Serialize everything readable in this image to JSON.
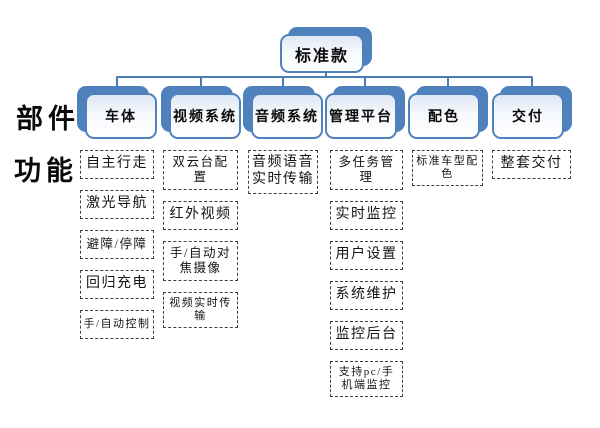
{
  "page": {
    "background": "#ffffff"
  },
  "colors": {
    "accent_blue": "#4f81bd",
    "connector_blue": "#4a7cb8",
    "dash_border": "#3f3f3f",
    "text": "#111111"
  },
  "row_labels": {
    "parts": "部件",
    "functions": "功能"
  },
  "root": {
    "label": "标准款"
  },
  "columns": [
    {
      "category": "车体",
      "features": [
        "自主行走",
        "激光导航",
        "避障/停障",
        "回归充电",
        "手/自动控制"
      ]
    },
    {
      "category": "视频系统",
      "features": [
        "双云台配置",
        "红外视频",
        "手/自动对\n焦摄像",
        "视频实时传输"
      ]
    },
    {
      "category": "音频系统",
      "features": [
        "音频语音\n实时传输"
      ]
    },
    {
      "category": "管理平台",
      "features": [
        "多任务管理",
        "实时监控",
        "用户设置",
        "系统维护",
        "监控后台",
        "支持pc/手\n机端监控"
      ]
    },
    {
      "category": "配色",
      "features": [
        "标准车型配色"
      ]
    },
    {
      "category": "交付",
      "features": [
        "整套交付"
      ]
    }
  ]
}
